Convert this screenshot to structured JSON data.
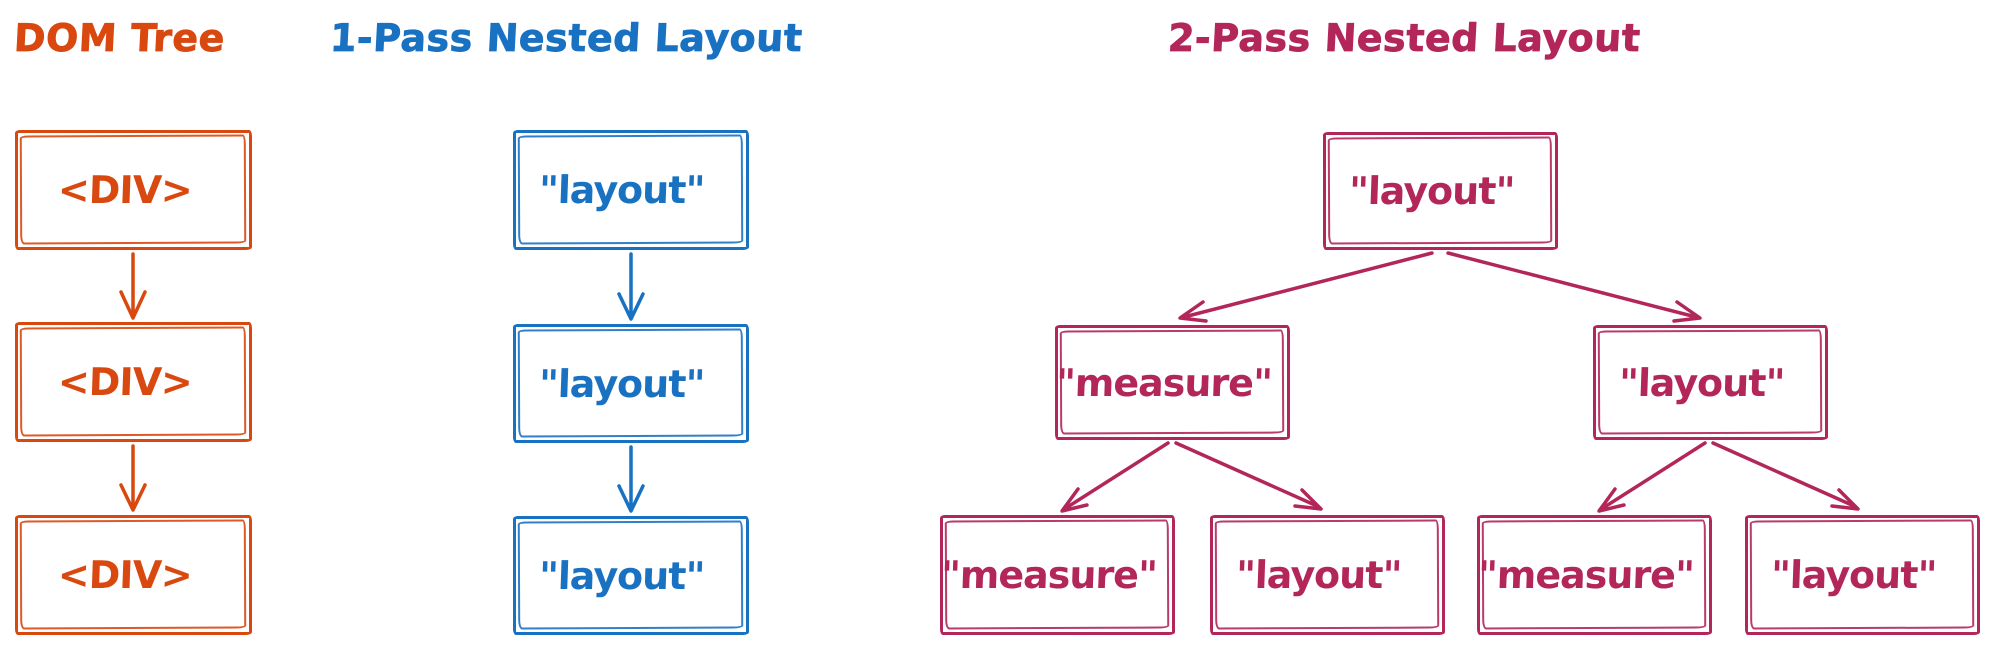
{
  "background_color": "#ffffff",
  "diagrams": [
    {
      "title": "DOM Tree",
      "color": "#d9480f",
      "type": "vertical-chain",
      "nodes": [
        {
          "label": "<DIV>"
        },
        {
          "label": "<DIV>"
        },
        {
          "label": "<DIV>"
        }
      ]
    },
    {
      "title": "1-Pass Nested Layout",
      "color": "#1971c2",
      "type": "vertical-chain",
      "nodes": [
        {
          "label": "\"layout\""
        },
        {
          "label": "\"layout\""
        },
        {
          "label": "\"layout\""
        }
      ]
    },
    {
      "title": "2-Pass Nested Layout",
      "color": "#b3265a",
      "type": "tree",
      "root": {
        "label": "\"layout\""
      },
      "children": [
        {
          "label": "\"measure\""
        },
        {
          "label": "\"layout\""
        }
      ],
      "leaves": [
        {
          "label": "\"measure\""
        },
        {
          "label": "\"layout\""
        },
        {
          "label": "\"measure\""
        },
        {
          "label": "\"layout\""
        }
      ]
    }
  ]
}
